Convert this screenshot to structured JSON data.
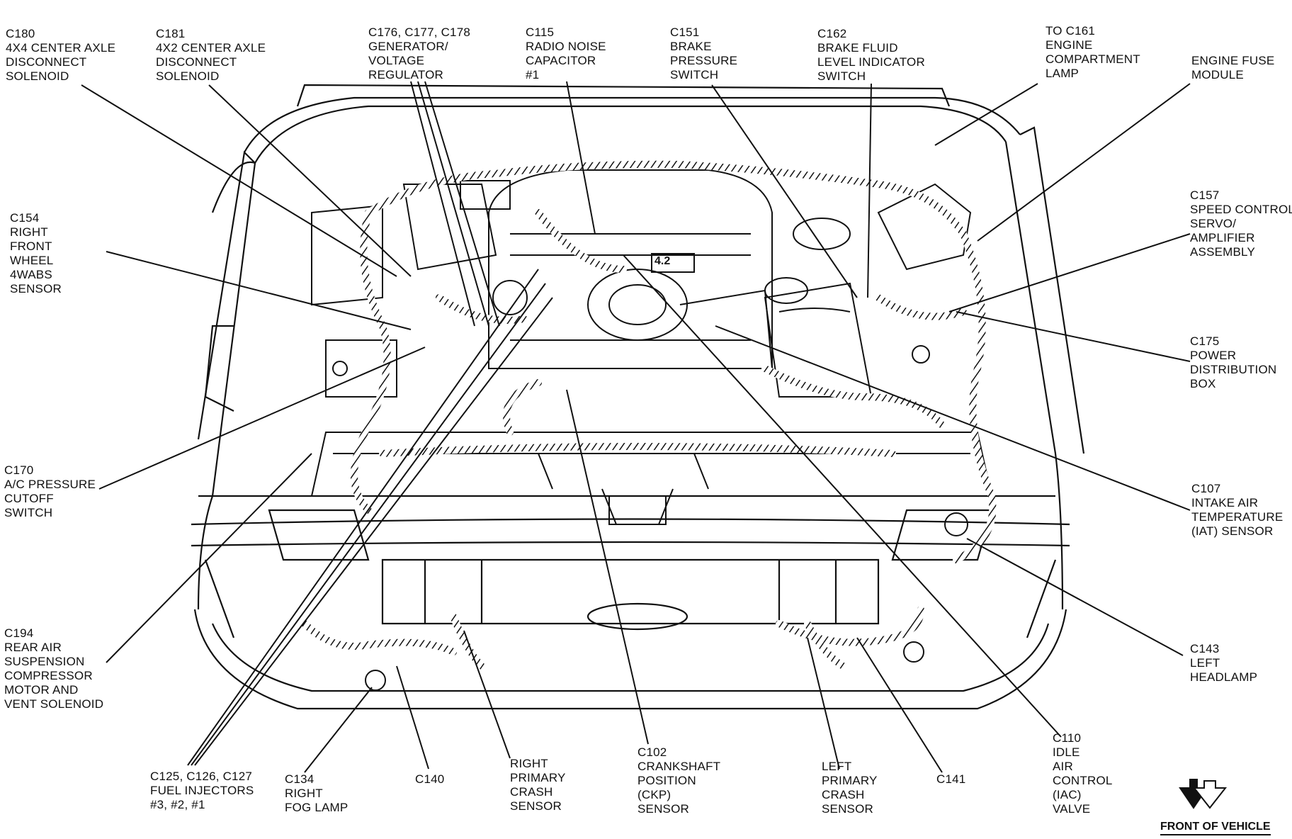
{
  "callouts": [
    {
      "key": "c180",
      "lines": [
        "C180",
        "4X4 CENTER AXLE",
        "DISCONNECT",
        "SOLENOID"
      ]
    },
    {
      "key": "c181",
      "lines": [
        "C181",
        "4X2 CENTER AXLE",
        "DISCONNECT",
        "SOLENOID"
      ]
    },
    {
      "key": "c176",
      "lines": [
        "C176, C177, C178",
        "GENERATOR/",
        "VOLTAGE",
        "REGULATOR"
      ]
    },
    {
      "key": "c115",
      "lines": [
        "C115",
        "RADIO NOISE",
        "CAPACITOR",
        "#1"
      ]
    },
    {
      "key": "c151",
      "lines": [
        "C151",
        "BRAKE",
        "PRESSURE",
        "SWITCH"
      ]
    },
    {
      "key": "c162",
      "lines": [
        "C162",
        "BRAKE FLUID",
        "LEVEL INDICATOR",
        "SWITCH"
      ]
    },
    {
      "key": "c161",
      "lines": [
        "TO C161",
        "ENGINE",
        "COMPARTMENT",
        "LAMP"
      ]
    },
    {
      "key": "fuse",
      "lines": [
        "ENGINE FUSE",
        "MODULE"
      ]
    },
    {
      "key": "c157",
      "lines": [
        "C157",
        "SPEED CONTROL",
        "SERVO/",
        "AMPLIFIER",
        "ASSEMBLY"
      ]
    },
    {
      "key": "c175",
      "lines": [
        "C175",
        "POWER",
        "DISTRIBUTION",
        "BOX"
      ]
    },
    {
      "key": "c107",
      "lines": [
        "C107",
        "INTAKE AIR",
        "TEMPERATURE",
        "(IAT) SENSOR"
      ]
    },
    {
      "key": "c143",
      "lines": [
        "C143",
        "LEFT",
        "HEADLAMP"
      ]
    },
    {
      "key": "c110",
      "lines": [
        "C110",
        "IDLE",
        "AIR",
        "CONTROL",
        "(IAC)",
        "VALVE"
      ]
    },
    {
      "key": "c141",
      "lines": [
        "C141"
      ]
    },
    {
      "key": "lpcs",
      "lines": [
        "LEFT",
        "PRIMARY",
        "CRASH",
        "SENSOR"
      ]
    },
    {
      "key": "c102",
      "lines": [
        "C102",
        "CRANKSHAFT",
        "POSITION",
        "(CKP)",
        "SENSOR"
      ]
    },
    {
      "key": "rpcs",
      "lines": [
        "RIGHT",
        "PRIMARY",
        "CRASH",
        "SENSOR"
      ]
    },
    {
      "key": "c140",
      "lines": [
        "C140"
      ]
    },
    {
      "key": "c134",
      "lines": [
        "C134",
        "RIGHT",
        "FOG LAMP"
      ]
    },
    {
      "key": "c125",
      "lines": [
        "C125, C126, C127",
        "FUEL INJECTORS",
        "#3, #2, #1"
      ]
    },
    {
      "key": "c194",
      "lines": [
        "C194",
        "REAR AIR",
        "SUSPENSION",
        "COMPRESSOR",
        "MOTOR AND",
        "VENT SOLENOID"
      ]
    },
    {
      "key": "c170",
      "lines": [
        "C170",
        "A/C PRESSURE",
        "CUTOFF",
        "SWITCH"
      ]
    },
    {
      "key": "c154",
      "lines": [
        "C154",
        "RIGHT",
        "FRONT",
        "WHEEL",
        "4WABS",
        "SENSOR"
      ]
    }
  ],
  "engine_badge": "4.2",
  "front_label": "FRONT OF VEHICLE",
  "colors": {
    "ink": "#111111",
    "background": "#ffffff"
  }
}
